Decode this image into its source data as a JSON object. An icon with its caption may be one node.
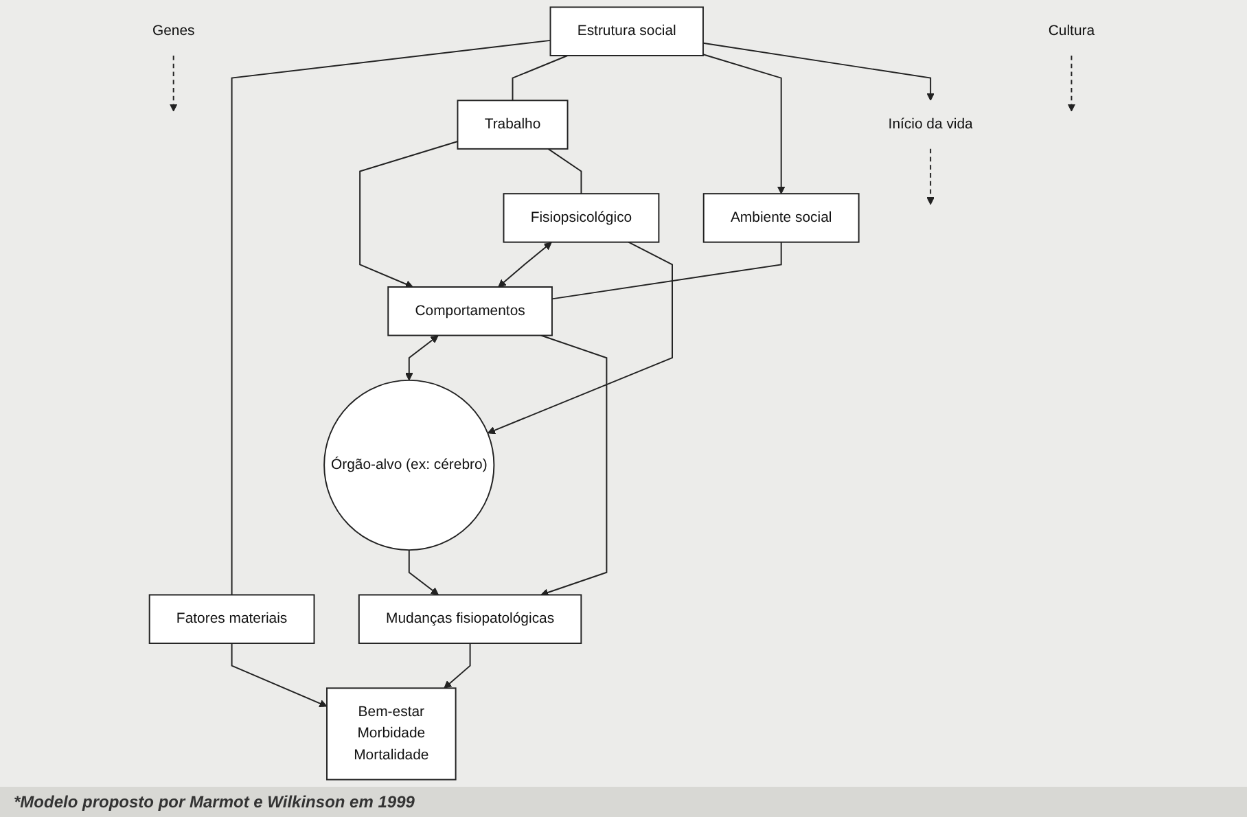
{
  "diagram": {
    "caption": "*Modelo proposto por Marmot e Wilkinson em 1999",
    "nodes": [
      {
        "text": [
          "Estrutura social"
        ]
      },
      {
        "text": [
          "Fatores materiais"
        ]
      },
      {
        "text": [
          "Trabalho"
        ]
      },
      {
        "text": [
          "Ambiente social"
        ]
      },
      {
        "text": [
          "Fisiopsicológico"
        ]
      },
      {
        "text": [
          "Comportamentos"
        ]
      },
      {
        "text": [
          "Órgão-alvo (ex: cérebro)"
        ]
      },
      {
        "text": [
          "Mudanças fisiopatológicas"
        ]
      },
      {
        "text": [
          "Bem-estar",
          "Morbidade",
          "Mortalidade"
        ]
      },
      {
        "text": [
          "Início da vida"
        ]
      },
      {
        "text": [
          "Genes"
        ]
      },
      {
        "text": [
          "Cultura"
        ]
      }
    ],
    "edges": [
      {
        "from": 0,
        "to": 1,
        "arrow": "none"
      },
      {
        "from": 1,
        "to": 8,
        "arrow": "to"
      },
      {
        "from": 0,
        "to": 2,
        "arrow": "none"
      },
      {
        "from": 0,
        "to": 3,
        "arrow": "to"
      },
      {
        "from": 0,
        "to": 9,
        "arrow": "to"
      },
      {
        "from": 2,
        "to": 5,
        "arrow": "to"
      },
      {
        "from": 2,
        "to": 4,
        "arrow": "none"
      },
      {
        "from": 3,
        "to": 5,
        "arrow": "none"
      },
      {
        "from": 4,
        "to": 5,
        "arrow": "both"
      },
      {
        "from": 4,
        "to": 6,
        "arrow": "to"
      },
      {
        "from": 5,
        "to": 6,
        "arrow": "both"
      },
      {
        "from": 5,
        "to": 7,
        "arrow": "to"
      },
      {
        "from": 6,
        "to": 7,
        "arrow": "to"
      },
      {
        "from": 7,
        "to": 8,
        "arrow": "to"
      },
      {
        "from": 9,
        "to": null,
        "arrow": "to",
        "style": "dashed"
      },
      {
        "from": 10,
        "to": null,
        "arrow": "to",
        "style": "dashed"
      },
      {
        "from": 11,
        "to": null,
        "arrow": "to",
        "style": "dashed"
      }
    ]
  }
}
